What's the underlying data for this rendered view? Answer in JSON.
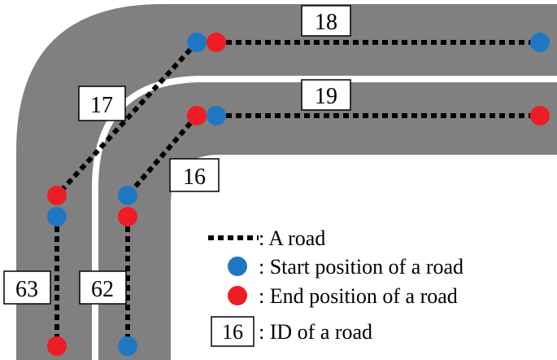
{
  "colors": {
    "road_surface": "#808080",
    "separator": "#ffffff",
    "road_line": "#000000",
    "start_point": "#1f77c4",
    "end_point": "#ee1c24",
    "background": "#ffffff"
  },
  "road_ids": {
    "r18": "18",
    "r19": "19",
    "r17": "17",
    "r16": "16",
    "r63": "63",
    "r62": "62"
  },
  "legend": {
    "road": ": A road",
    "start": ": Start position of a road",
    "end": ": End position of a road",
    "id_sample": "16",
    "id": ": ID of a road"
  }
}
